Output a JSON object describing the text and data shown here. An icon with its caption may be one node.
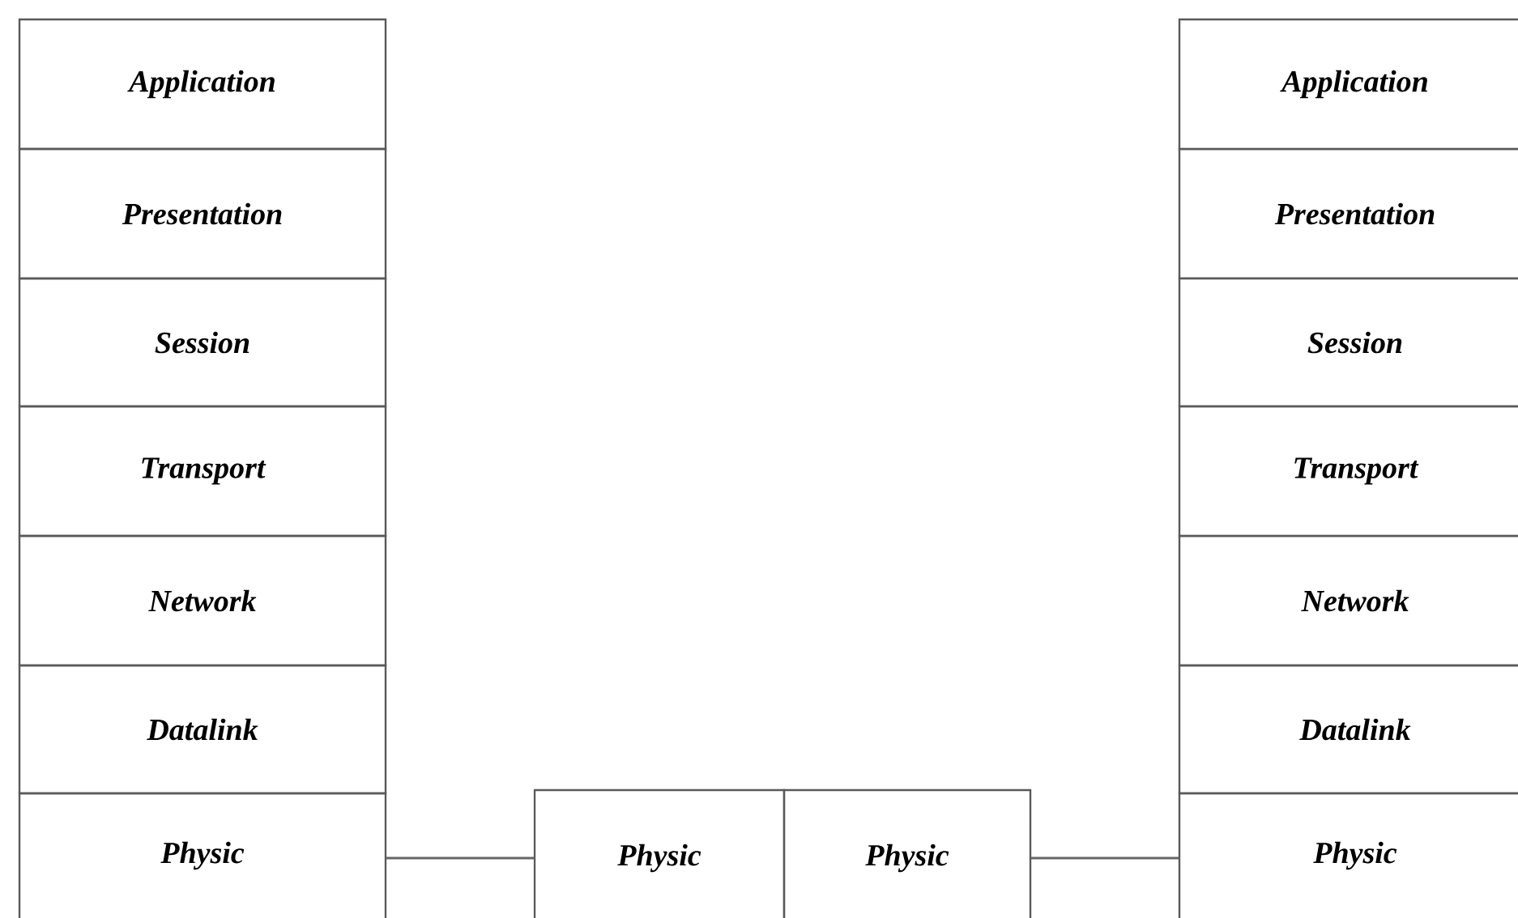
{
  "diagram": {
    "nodes": [
      {
        "text": [
          "Application"
        ]
      },
      {
        "text": [
          "Presentation"
        ]
      },
      {
        "text": [
          "Session"
        ]
      },
      {
        "text": [
          "Transport"
        ]
      },
      {
        "text": [
          "Network"
        ]
      },
      {
        "text": [
          "Datalink"
        ]
      },
      {
        "text": [
          "Physic"
        ]
      },
      {
        "text": [
          "Physic"
        ]
      },
      {
        "text": [
          "Physic"
        ]
      },
      {
        "text": [
          "Application"
        ]
      },
      {
        "text": [
          "Presentation"
        ]
      },
      {
        "text": [
          "Session"
        ]
      },
      {
        "text": [
          "Transport"
        ]
      },
      {
        "text": [
          "Network"
        ]
      },
      {
        "text": [
          "Datalink"
        ]
      },
      {
        "text": [
          "Physic"
        ]
      }
    ],
    "edges": [
      {
        "from": 6,
        "to": 7,
        "arrow": "none"
      },
      {
        "from": 8,
        "to": 15,
        "arrow": "none"
      }
    ]
  }
}
